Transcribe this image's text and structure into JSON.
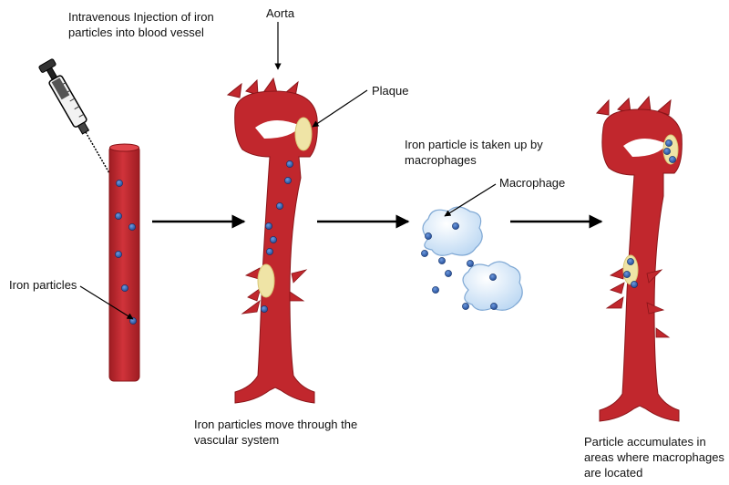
{
  "labels": {
    "injection": "Intravenous Injection of iron particles into blood vessel",
    "aorta": "Aorta",
    "plaque": "Plaque",
    "uptake": "Iron particle is taken up by macrophages",
    "macrophage": "Macrophage",
    "iron_particles": "Iron particles",
    "move": "Iron  particles move through the vascular system",
    "accumulate": "Particle accumulates in areas where macrophages are located"
  },
  "icons": [
    "syringe-icon",
    "blood-vessel-icon",
    "aorta-icon",
    "macrophage-icon",
    "iron-particle-icon",
    "plaque-icon",
    "arrow-right-icon"
  ],
  "colors": {
    "vessel": "#c1272d",
    "vessel_dark": "#8a1519",
    "plaque": "#efe4a6",
    "particle": "#2b5fb4",
    "macrophage": "#cde3f7",
    "arrow": "#000000"
  }
}
